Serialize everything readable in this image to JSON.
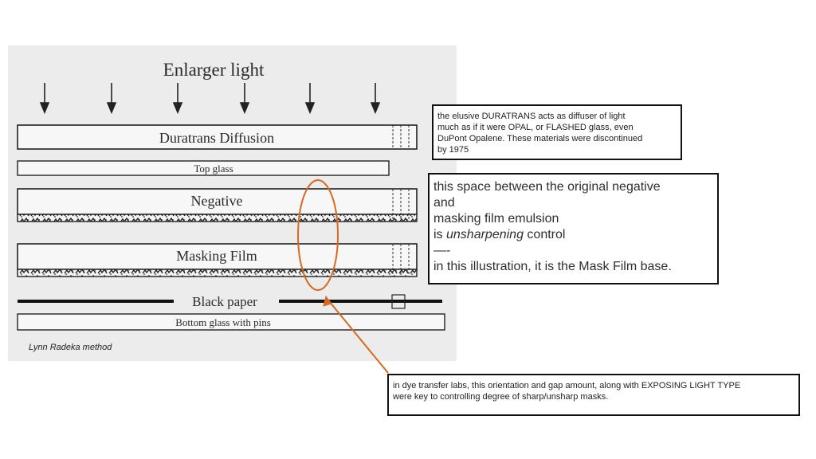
{
  "diagram": {
    "title": "Enlarger light",
    "layers": {
      "duratrans": "Duratrans Diffusion",
      "top_glass": "Top glass",
      "negative": "Negative",
      "masking_film": "Masking Film",
      "black_paper": "Black paper",
      "bottom_glass": "Bottom glass with pins"
    },
    "credit": "Lynn Radeka method"
  },
  "annotations": {
    "duratrans_note": [
      "the elusive DURATRANS acts as diffuser of light",
      "much as if it were OPAL, or FLASHED glass, even",
      "DuPont Opalene. These materials were discontinued",
      "by 1975"
    ],
    "space_note": {
      "line1": "this space between the original negative",
      "line2": "and",
      "line3": "masking film emulsion",
      "line4_prefix": "is ",
      "line4_em": "unsharpening",
      "line4_suffix": " control",
      "line5": "—-",
      "line6": "in this illustration, it is the Mask Film base."
    },
    "lab_note": [
      "in dye transfer labs, this orientation and gap amount, along with EXPOSING LIGHT TYPE",
      "were key to controlling degree of sharp/unsharp masks."
    ]
  },
  "colors": {
    "highlight": "#d9691f"
  }
}
